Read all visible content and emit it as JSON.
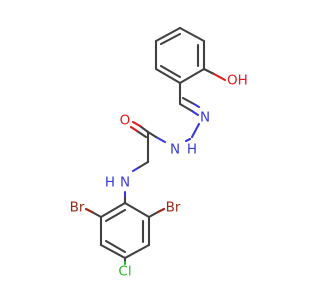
{
  "molecule": {
    "atom_labels": {
      "hydroxyl": "OH",
      "carbonyl_oxygen": "O",
      "hydrazone_n1": "N",
      "hydrazone_n2": "N",
      "hydrazone_h": "H",
      "amine_n": "N",
      "amine_h": "H",
      "bromo_left": "Br",
      "bromo_right": "Br",
      "chloro": "Cl"
    },
    "colors": {
      "carbon_bond": "#404040",
      "oxygen": "#e41a1a",
      "nitrogen": "#3939d6",
      "bromine": "#9a2a16",
      "chlorine": "#2ab52a"
    }
  }
}
